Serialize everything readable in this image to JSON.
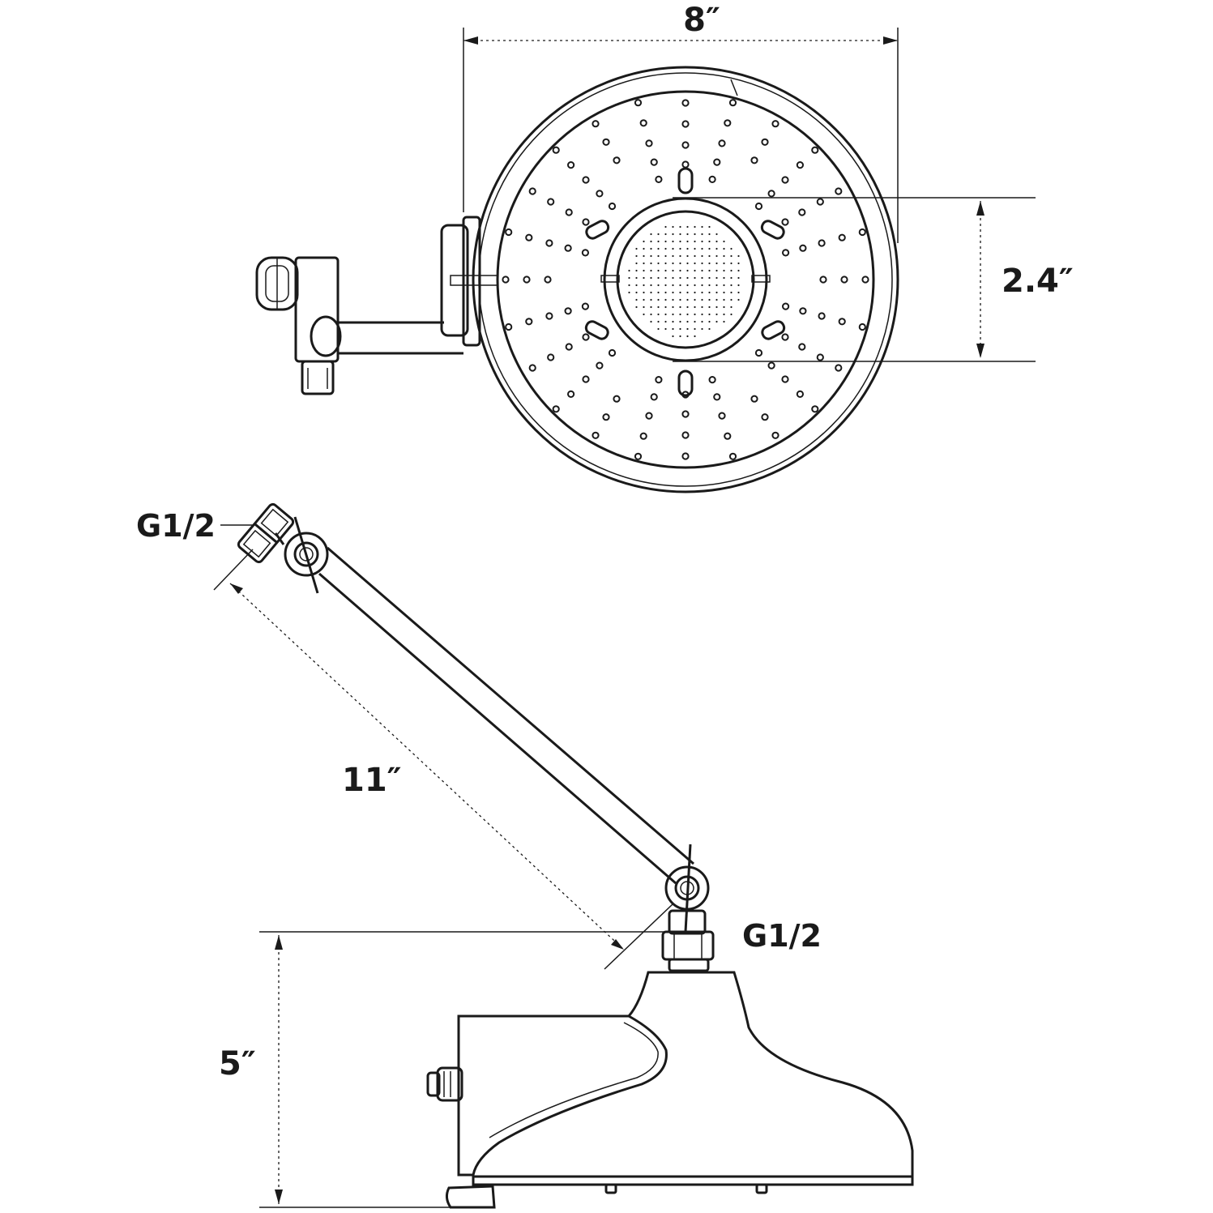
{
  "dimensions": {
    "diameter": "8″",
    "inner_diameter": "2.4″",
    "arm_length": "11″",
    "height": "5″"
  },
  "connectors": {
    "top": "G1/2",
    "bottom": "G1/2"
  },
  "colors": {
    "line": "#1a1a1a",
    "background": "#ffffff"
  }
}
